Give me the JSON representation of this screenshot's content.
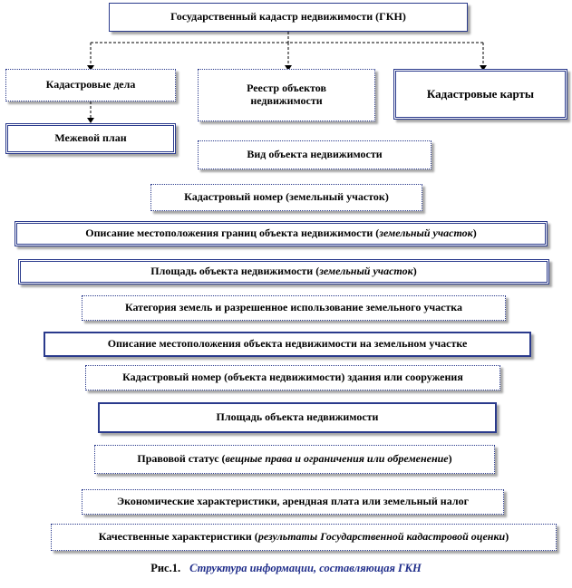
{
  "top": "Государственный кадастр недвижимости (ГКН)",
  "branches": [
    "Кадастровые дела",
    "Реестр объектов недвижимости",
    "Кадастровые карты"
  ],
  "sub_branch": "Межевой план",
  "items": [
    {
      "text": "Вид объекта недвижимости",
      "italic": ""
    },
    {
      "text": "Кадастровый номер (земельный участок)",
      "italic": ""
    },
    {
      "text": "Описание местоположения границ объекта недвижимости (",
      "italic": "земельный участок",
      "tail": ")"
    },
    {
      "text": "Площадь объекта недвижимости (",
      "italic": "земельный участок",
      "tail": ")"
    },
    {
      "text": "Категория земель и разрешенное использование земельного участка",
      "italic": ""
    },
    {
      "text": "Описание местоположения объекта недвижимости на земельном участке",
      "italic": ""
    },
    {
      "text": "Кадастровый номер (объекта недвижимости) здания или сооружения",
      "italic": ""
    },
    {
      "text": "Площадь объекта недвижимости",
      "italic": ""
    },
    {
      "text": "Правовой статус (",
      "italic": "вещные права и ограничения или обременение",
      "tail": ")"
    },
    {
      "text": "Экономические характеристики, арендная плата или земельный налог",
      "italic": ""
    },
    {
      "text": "Качественные характеристики (",
      "italic": "результаты Государственной кадастровой оценки",
      "tail": ")"
    }
  ],
  "caption": {
    "number": "Рис.1.",
    "text": "Структура информации, составляющая ГКН"
  }
}
